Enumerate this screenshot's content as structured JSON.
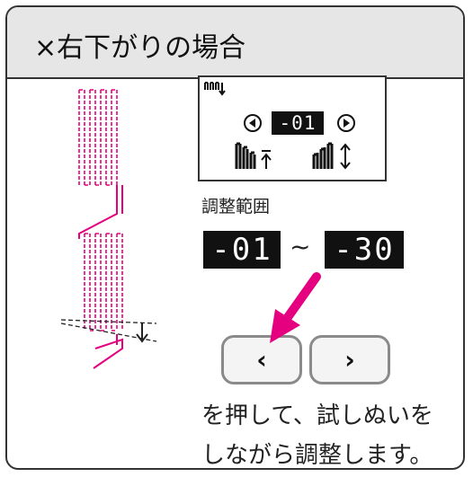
{
  "header": {
    "title": "×右下がりの場合"
  },
  "lcd": {
    "value": "-01",
    "icons": [
      "stitch-pattern-icon",
      "left-arrow-circle-icon",
      "right-arrow-circle-icon",
      "stitch-up-icon",
      "stitch-updown-icon"
    ]
  },
  "range": {
    "label": "調整範囲",
    "min": "-01",
    "separator": "~",
    "max": "-30"
  },
  "buttons": {
    "left_label": "‹",
    "right_label": "›"
  },
  "instructions": {
    "line1": "を押して、試しぬいを",
    "line2": "しながら調整します。"
  },
  "colors": {
    "stitch": "#e4007f",
    "pointer": "#e4007f",
    "frame": "#333333",
    "header_bg": "#e6e6e6"
  }
}
